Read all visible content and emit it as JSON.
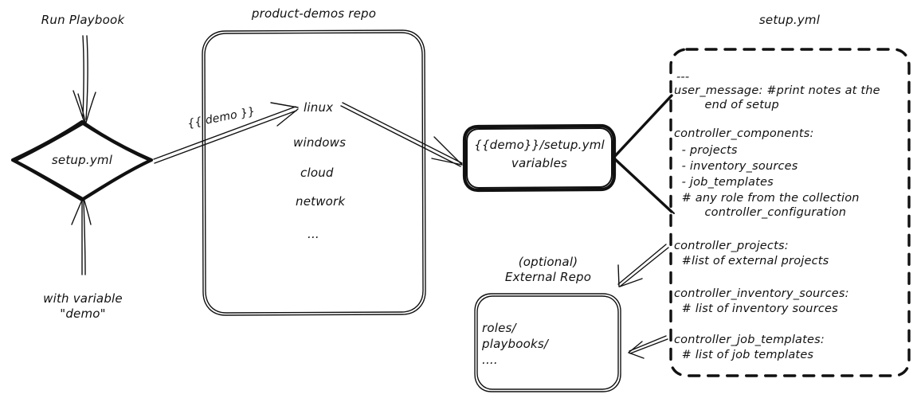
{
  "diagram": {
    "title_hidden": "",
    "colors": {
      "ink": "#111111",
      "background": "#ffffff"
    },
    "labels": {
      "run_playbook": "Run Playbook",
      "with_variable": "with variable\n\"demo\"",
      "repo_title": "product-demos repo",
      "setup_yml_title": "setup.yml",
      "external_repo_title": "(optional)\nExternal Repo",
      "demo_edge": "{{ demo }}"
    },
    "nodes": {
      "start_diamond": {
        "label": "setup.yml",
        "shape": "diamond"
      },
      "repo_box": {
        "shape": "rounded-rect",
        "items": [
          "linux",
          "windows",
          "cloud",
          "network",
          "..."
        ]
      },
      "variables_box": {
        "shape": "rounded-rect-bold",
        "line1": "{{demo}}/setup.yml",
        "line2": "variables"
      },
      "external_repo_box": {
        "shape": "rounded-rect",
        "items": [
          "roles/",
          "playbooks/",
          "...."
        ]
      },
      "setup_yml_panel": {
        "shape": "dashed-rounded-rect",
        "lines": [
          "---",
          "user_message: #print notes at the",
          "        end of setup",
          "",
          "controller_components:",
          "  - projects",
          "  - inventory_sources",
          "  - job_templates",
          "  # any role from the collection",
          "        controller_configuration",
          "",
          "controller_projects:",
          "  #list of external projects",
          "",
          "controller_inventory_sources:",
          "  # list of inventory sources",
          "",
          "controller_job_templates:",
          "  # list of job templates"
        ]
      }
    },
    "edges": [
      {
        "name": "run-playbook-to-setup",
        "from": "Run Playbook",
        "to": "setup.yml",
        "label": ""
      },
      {
        "name": "with-variable-to-setup",
        "from": "with variable \"demo\"",
        "to": "setup.yml",
        "label": ""
      },
      {
        "name": "setup-to-linux",
        "from": "setup.yml",
        "to": "linux",
        "label": "{{ demo }}"
      },
      {
        "name": "linux-to-variables",
        "from": "linux",
        "to": "{{demo}}/setup.yml variables",
        "label": ""
      },
      {
        "name": "setupyml-top-to-variables",
        "from": "setup.yml panel",
        "to": "{{demo}}/setup.yml variables",
        "label": ""
      },
      {
        "name": "setupyml-bottom-to-variables",
        "from": "setup.yml panel",
        "to": "{{demo}}/setup.yml variables",
        "label": ""
      },
      {
        "name": "controller-projects-to-external-repo",
        "from": "controller_projects",
        "to": "External Repo",
        "label": ""
      },
      {
        "name": "controller-job-templates-to-external-repo",
        "from": "controller_job_templates",
        "to": "External Repo",
        "label": ""
      }
    ]
  }
}
